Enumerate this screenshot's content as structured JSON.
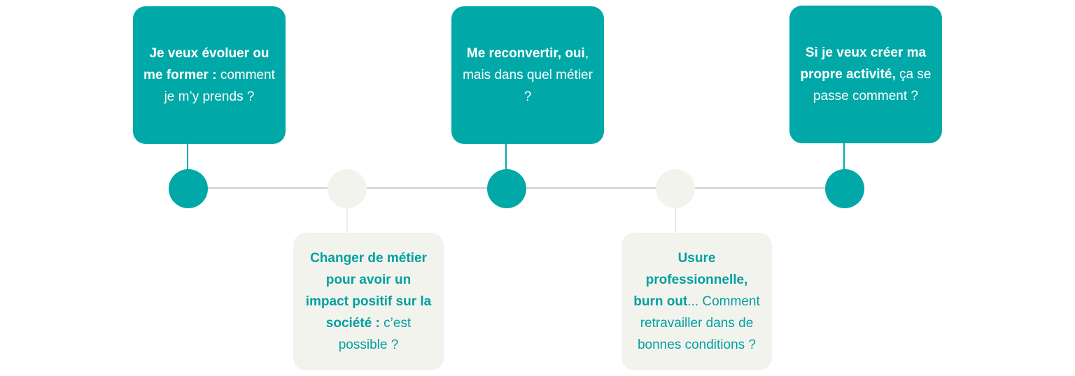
{
  "colors": {
    "teal": "#00a8a8",
    "cream": "#f3f3ee",
    "line": "#cfcfcf"
  },
  "cards": [
    {
      "bold": "Je veux évoluer ou me former :",
      "normal": " comment je m’y prends ?",
      "style": "teal"
    },
    {
      "bold": "Changer de métier pour avoir un impact positif sur la société :",
      "normal": " c’est possible ?",
      "style": "cream"
    },
    {
      "bold": "Me reconvertir,",
      "bold2": " oui",
      "normal": ", mais dans quel métier ?",
      "style": "teal"
    },
    {
      "bold": "Usure professionnelle, burn out",
      "normal": "... Comment retravailler dans de bonnes conditions ?",
      "style": "cream"
    },
    {
      "bold": "Si je veux créer ma propre activité,",
      "normal": " ça se passe comment ?",
      "style": "teal"
    }
  ]
}
